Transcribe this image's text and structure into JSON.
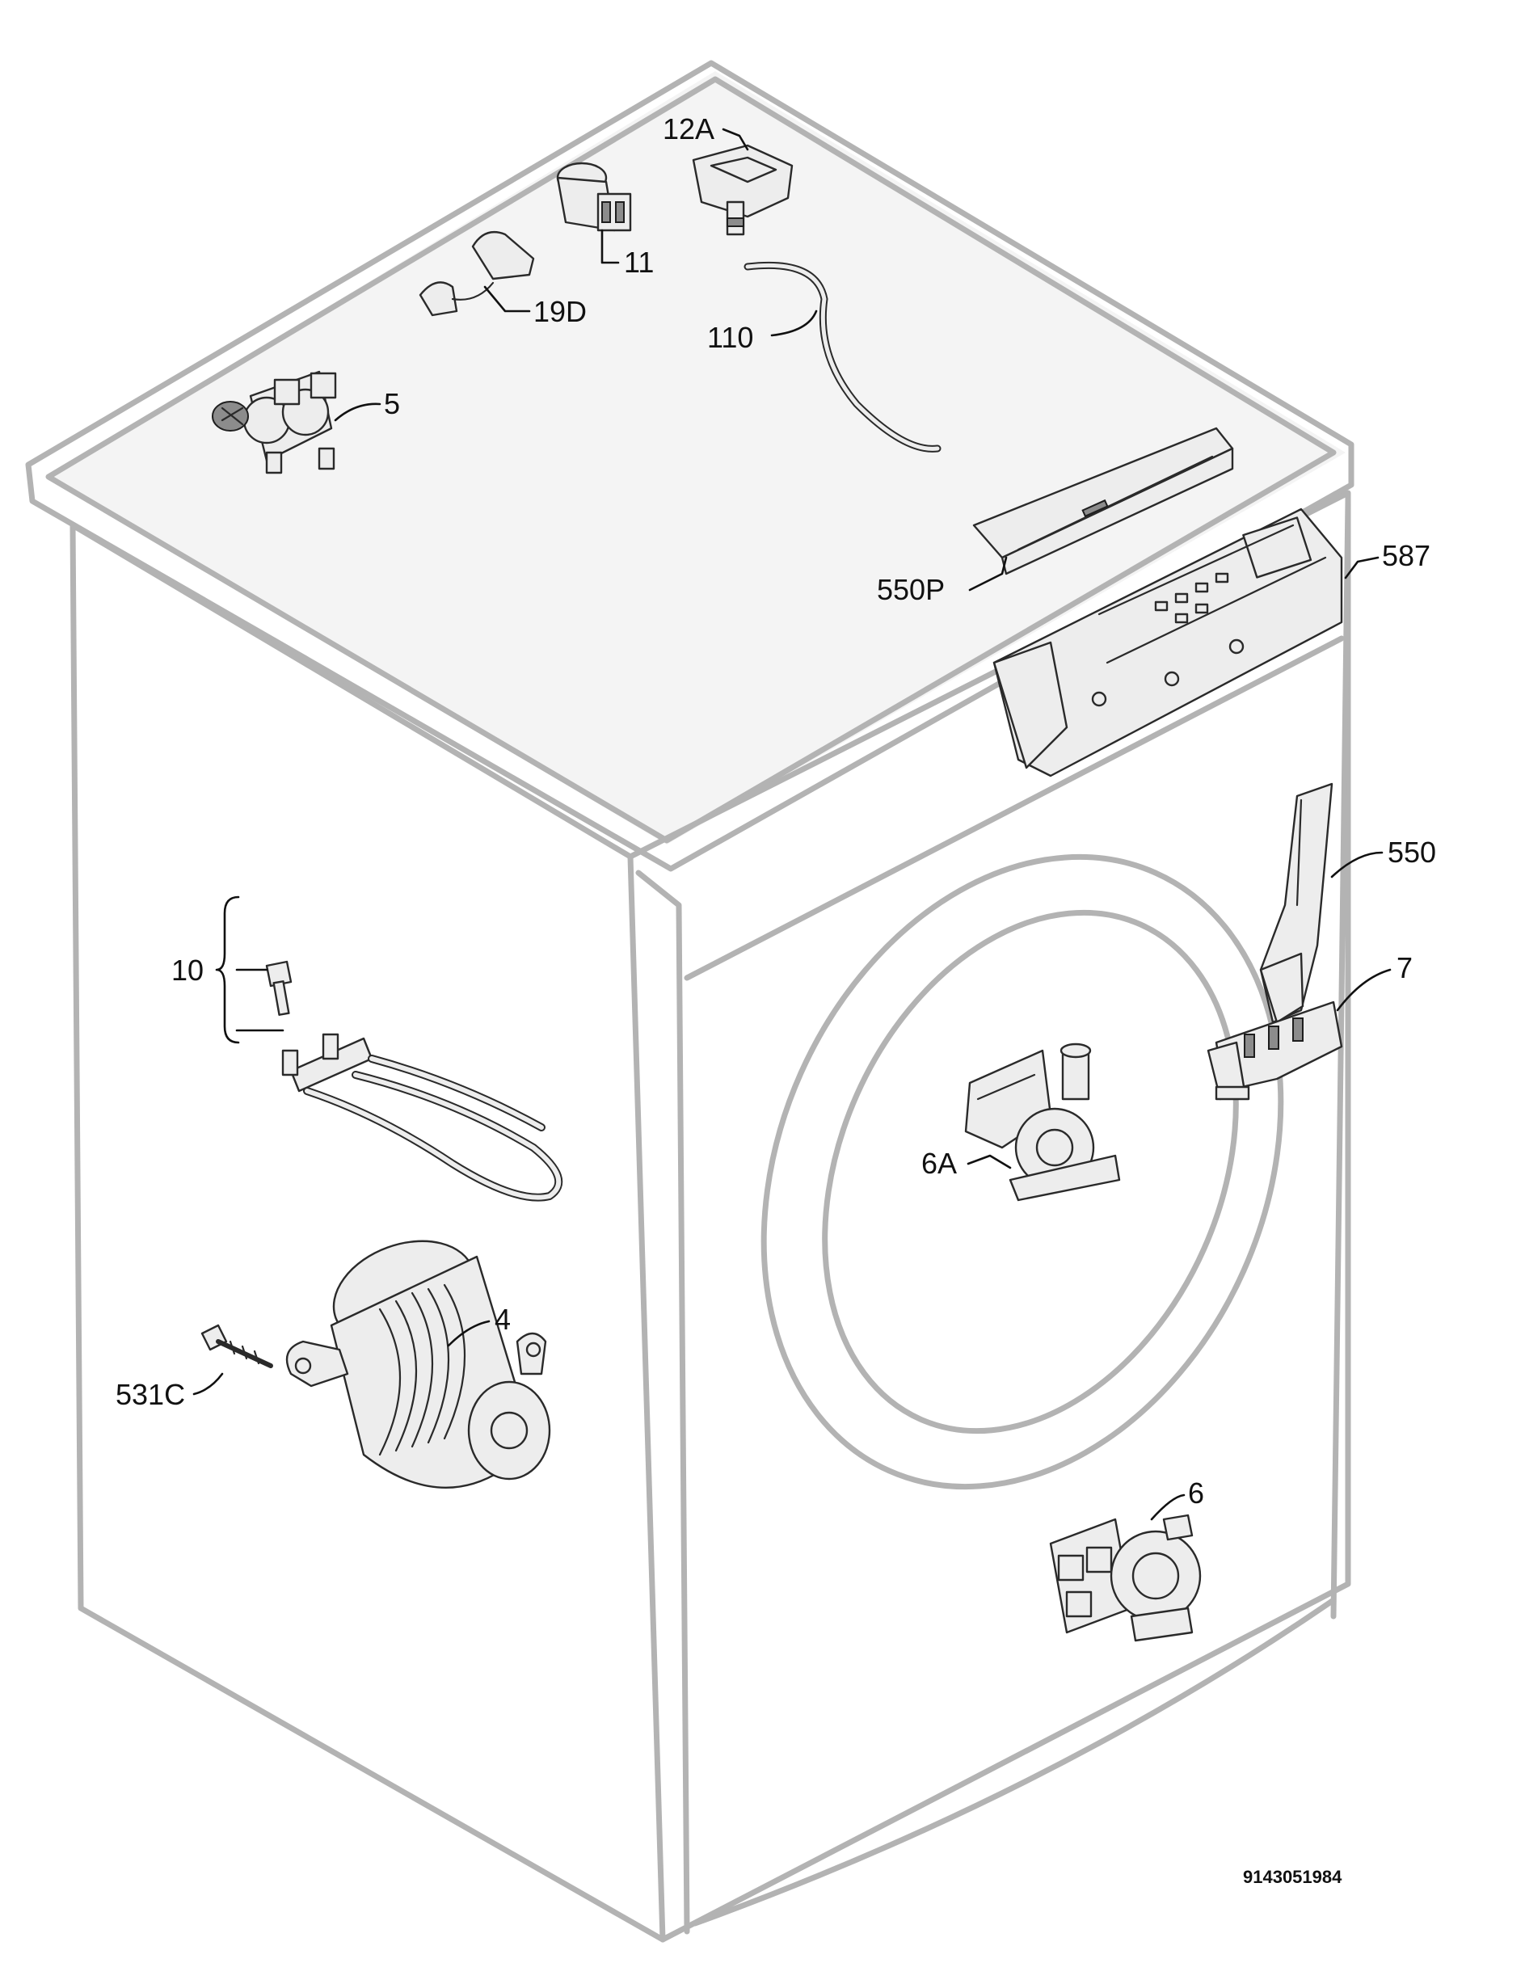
{
  "labels": {
    "p12A": "12A",
    "p11": "11",
    "p19D": "19D",
    "p110": "110",
    "p5": "5",
    "p550P": "550P",
    "p587": "587",
    "p550": "550",
    "p7": "7",
    "p10": "10",
    "p6A": "6A",
    "p4": "4",
    "p531C": "531C",
    "p6": "6"
  },
  "document_number": "9143051984"
}
